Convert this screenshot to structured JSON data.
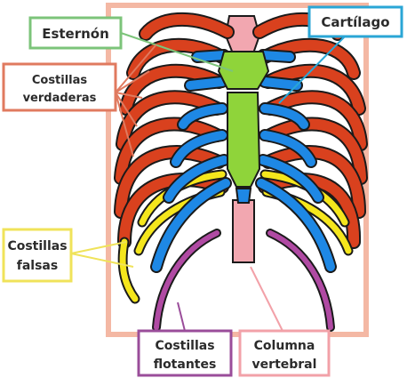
{
  "labels": {
    "sternum": "Esternón",
    "cartilage": "Cartílago",
    "true_ribs_line1": "Costillas",
    "true_ribs_line2": "verdaderas",
    "false_ribs_line1": "Costillas",
    "false_ribs_line2": "falsas",
    "floating_ribs_line1": "Costillas",
    "floating_ribs_line2": "flotantes",
    "spine_line1": "Columna",
    "spine_line2": "vertebral"
  },
  "colors": {
    "frame_border": "#f4b8a4",
    "rib": "#d9411e",
    "rib_outline": "#1a1a1a",
    "cartilage": "#1e88e5",
    "sternum": "#8fd43a",
    "spine": "#f2a7b0",
    "false_rib_yellow": "#f5e61c",
    "floating_rib": "#b04aa3",
    "sternum_label_border": "#7cc47a",
    "cartilage_label_border": "#2aa6d6",
    "true_ribs_label_border": "#e07a5f",
    "false_ribs_label_border": "#f0e35a",
    "floating_ribs_label_border": "#9a4d9a",
    "spine_label_border": "#f2a1a8",
    "label_text": "#2b2b2b"
  }
}
